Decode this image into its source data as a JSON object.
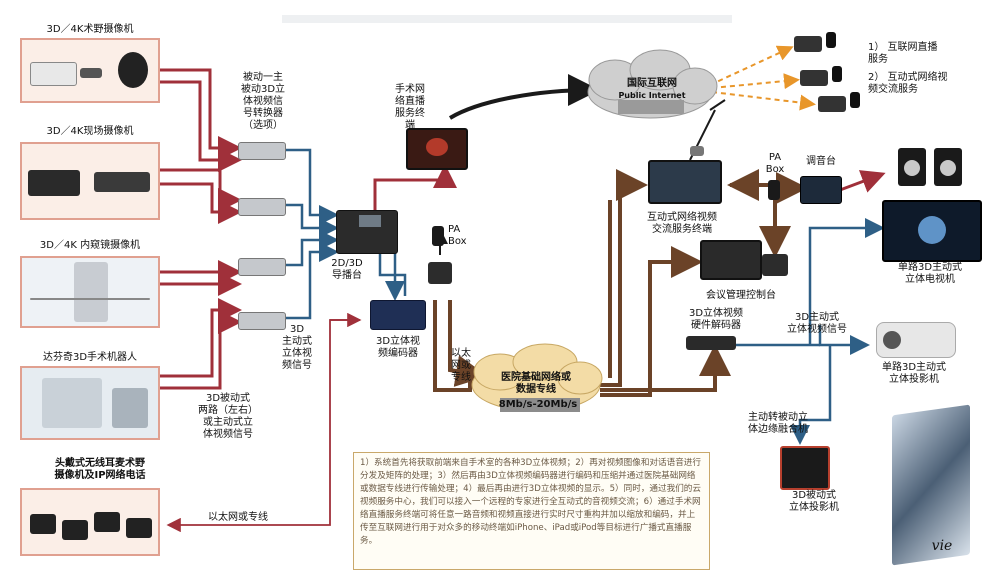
{
  "cameras": {
    "outdoor_label": "3D／4K术野摄像机",
    "onsite_label": "3D／4K现场摄像机",
    "endoscope_label": "3D／4K 内窥镜摄像机",
    "davinci_label": "达芬奇3D手术机器人",
    "headset_label": "头戴式无线耳麦术野\n摄像机及IP网络电话"
  },
  "converter_label": "被动一主\n被动3D立\n体视频信\n号转换器\n（选项）",
  "active_signal_label": "3D\n主动式\n立体视\n频信号",
  "passive_signal_label": "3D被动式\n两路（左右）\n或主动式立\n体视频信号",
  "switcher_label": "2D/3D\n导播台",
  "pa_box_label": "PA\nBox",
  "pa_box2_label": "PA\nBox",
  "encoder_label": "3D立体视\n频编码器",
  "ethernet_label": "以太\n网或\n专线",
  "ethernet_bottom_label": "以太网或专线",
  "hospital_cloud": {
    "title": "医院基础网络或\n数据专线",
    "speed": "8Mb/s-20Mb/s"
  },
  "internet_cloud": {
    "title": "国际互联网",
    "subtitle": "Public Internet"
  },
  "live_terminal_label": "手术网\n络直播\n服务终\n端",
  "services": {
    "item1": "1） 互联网直播\n服务",
    "item2": "2） 互动式网络视\n频交流服务"
  },
  "interactive_terminal_label": "互动式网络视频\n交流服务终端",
  "mixer_label": "调音台",
  "conference_label": "会议管理控制台",
  "decoder_label": "3D立体视频\n硬件解码器",
  "active_signal_right_label": "3D主动式\n立体视频信号",
  "tv_label": "单路3D主动式\n立体电视机",
  "projector_label": "单路3D主动式\n立体投影机",
  "fusion_label": "主动转被动立\n体边缘融合机",
  "passive_projector_label": "3D被动式\n立体投影机",
  "description": "1）系统首先将获取前端来自手术室的各种3D立体视频；2）再对视频图像和对话语音进行分发及矩阵的处理；3）然后再由3D立体视频编码器进行编码和压缩并通过医院基础网络或数据专线进行传输处理；4）最后再由进行3D立体视频的显示。5）同时，通过我们的云视频服务中心，我们可以接入一个远程的专家进行全互动式的音视频交流；6）通过手术网络直播服务终端可将任意一路音频和视频直接进行实时尺寸重构并加以缩放和编码，并上传至互联网进行用于对众多的移动终端如iPhone、iPad或iPod等目标进行广播式直播服务。",
  "screen_text": "vie",
  "colors": {
    "red_wire": "#a0303a",
    "blue_wire": "#2e5f86",
    "brown_wire": "#6b4328",
    "black_wire": "#1a1a1a",
    "orange_dash": "#e8962a",
    "cloud": "#cfcfcf",
    "hospital_cloud": "#f3dca6"
  }
}
